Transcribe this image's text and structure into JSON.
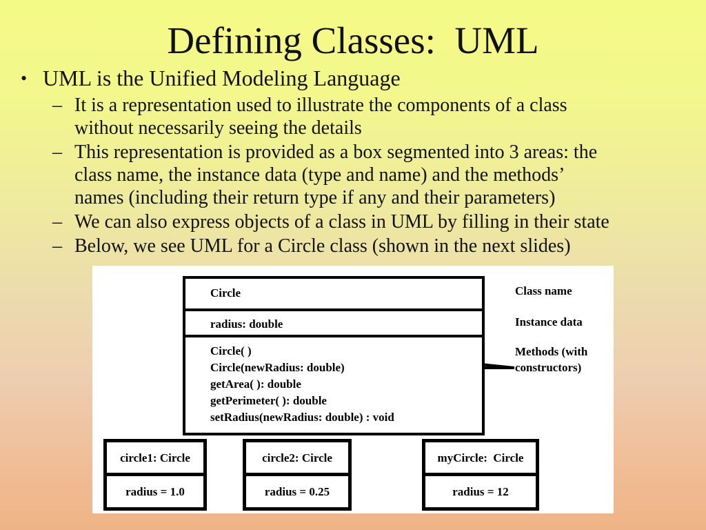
{
  "slide": {
    "title": "Defining Classes:  UML",
    "background_top_color": "#f4fa86",
    "background_bottom_color": "#efb486",
    "panel_background_color": "#ffffff",
    "text_color": "#111111",
    "diagram_line_color": "#000000"
  },
  "bullets": {
    "level1_marker": "•",
    "level2_marker": "–",
    "items": [
      {
        "level": 1,
        "text": "UML is the Unified Modeling Language"
      },
      {
        "level": 2,
        "lines": [
          "It is a representation used to illustrate the components of a class",
          "without necessarily seeing the details"
        ]
      },
      {
        "level": 2,
        "lines": [
          "This representation is provided as a box segmented into 3 areas:  the",
          "class name, the instance data (type and name) and the methods’",
          "names (including their return type if any and their parameters)"
        ]
      },
      {
        "level": 2,
        "lines": [
          "We can also express objects of a class in UML by filling in their state"
        ]
      },
      {
        "level": 2,
        "lines": [
          "Below, we see UML for a Circle class (shown in the next slides)"
        ]
      }
    ]
  },
  "diagram": {
    "class_box": {
      "name": "Circle",
      "attributes": [
        "radius:  double"
      ],
      "methods": [
        "Circle( )",
        "Circle(newRadius: double)",
        "getArea( ): double",
        "getPerimeter( ): double",
        "setRadius(newRadius: double) : void"
      ]
    },
    "annotations": {
      "class_name": "Class name",
      "instance_data": "Instance data",
      "methods": "Methods (with\nconstructors)"
    },
    "objects": [
      {
        "header": "circle1: Circle",
        "attribute": "radius = 1.0"
      },
      {
        "header": "circle2: Circle",
        "attribute": "radius = 0.25"
      },
      {
        "header": "myCircle:  Circle",
        "attribute": "radius = 12"
      }
    ]
  }
}
